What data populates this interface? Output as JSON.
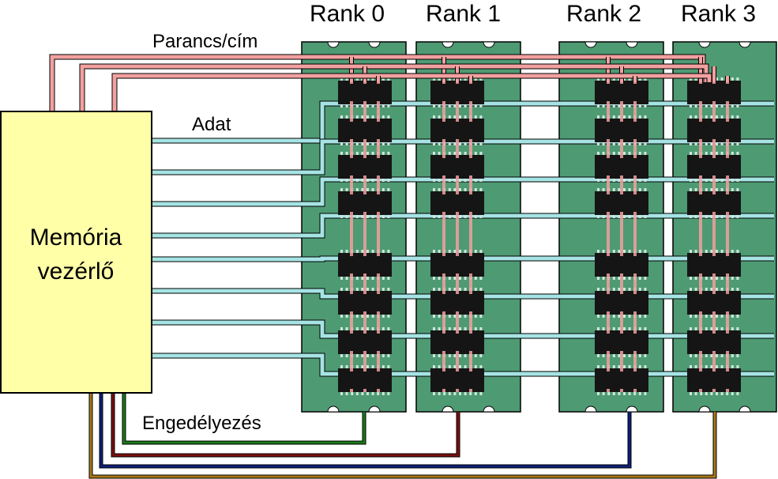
{
  "controller": {
    "line1": "Memória",
    "line2": "vezérlő"
  },
  "bus_labels": {
    "command_address": "Parancs/cím",
    "data": "Adat",
    "enable": "Engedélyezés"
  },
  "ranks": [
    {
      "title": "Rank 0"
    },
    {
      "title": "Rank 1"
    },
    {
      "title": "Rank 2"
    },
    {
      "title": "Rank 3"
    }
  ],
  "colors": {
    "controller_fill": "#ffffa8",
    "module_pcb": "#4e9a73",
    "chip": "#151515",
    "command_bus": "#f2a0a0",
    "data_bus": "#a6e4e4",
    "enable_rank0": "#1a7a1a",
    "enable_rank1": "#7a0f0f",
    "enable_rank2": "#0d1f7a",
    "enable_rank3": "#a87817"
  }
}
